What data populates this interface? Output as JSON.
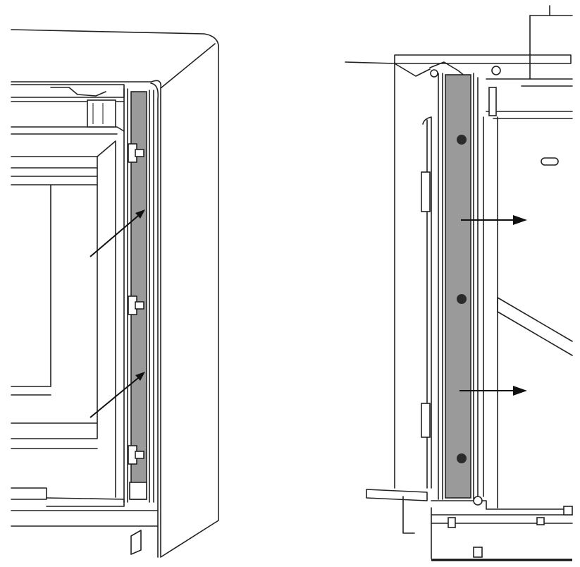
{
  "figure": {
    "views": [
      {
        "name": "left-view",
        "arrows": 2,
        "clips": 3
      },
      {
        "name": "right-view",
        "arrows": 2,
        "fasteners": 3
      }
    ],
    "colors": {
      "line": "#222222",
      "panel_fill": "#9a9a9a",
      "background": "#ffffff"
    }
  }
}
